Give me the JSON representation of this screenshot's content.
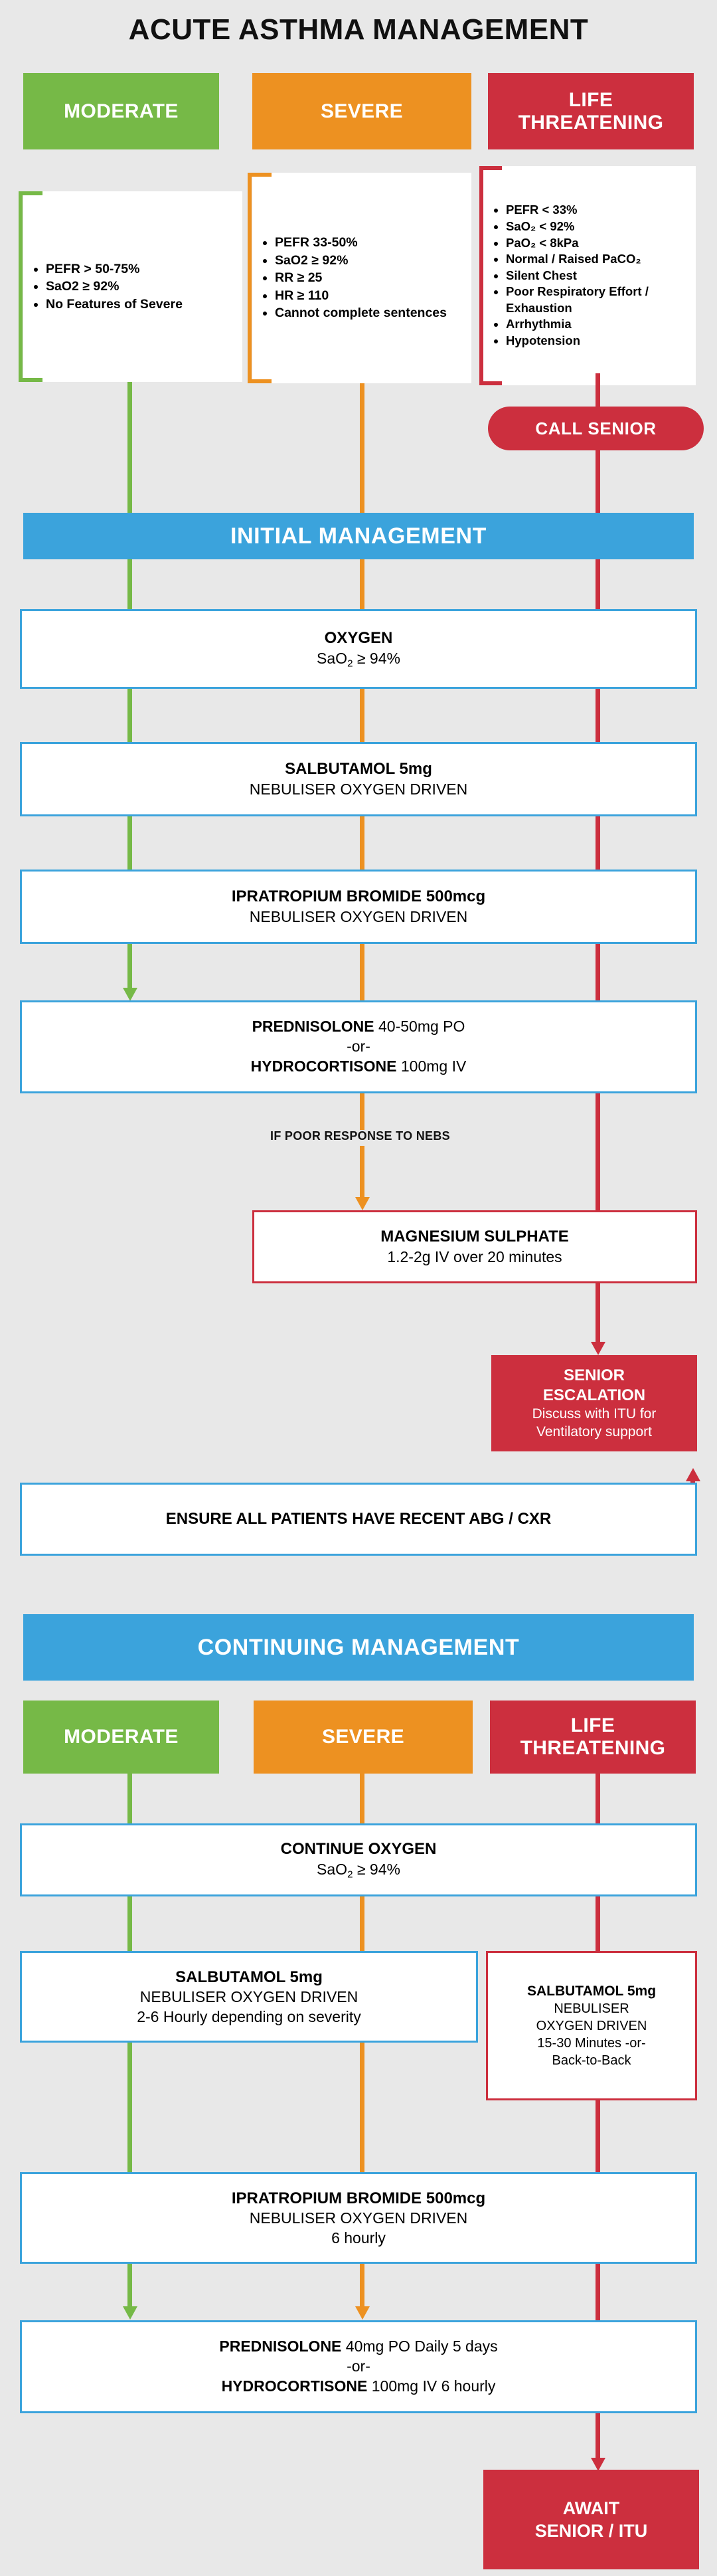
{
  "page": {
    "title": "ACUTE ASTHMA MANAGEMENT",
    "background_color": "#E8E8E8",
    "colors": {
      "moderate": "#76B947",
      "severe": "#ED9121",
      "life_threatening": "#CC2F3E",
      "banner_blue": "#3BA3DC",
      "box_border_blue": "#3BA3DC",
      "box_background": "#FFFFFF",
      "text": "#000000"
    }
  },
  "severity_headers": {
    "moderate": "MODERATE",
    "severe": "SEVERE",
    "life_threatening_line1": "LIFE",
    "life_threatening_line2": "THREATENING"
  },
  "criteria": {
    "moderate": [
      "PEFR > 50-75%",
      "SaO2 ≥ 92%",
      "No Features of Severe"
    ],
    "severe": [
      "PEFR 33-50%",
      "SaO2 ≥ 92%",
      "RR ≥ 25",
      "HR ≥ 110",
      "Cannot complete sentences"
    ],
    "life_threatening": [
      "PEFR < 33%",
      "SaO₂ < 92%",
      "PaO₂ < 8kPa",
      "Normal / Raised PaCO₂",
      "Silent Chest",
      "Poor Respiratory Effort / Exhaustion",
      "Arrhythmia",
      "Hypotension"
    ]
  },
  "call_senior": {
    "label": "CALL SENIOR"
  },
  "initial_management": {
    "banner": "INITIAL MANAGEMENT",
    "steps": [
      {
        "title": "OXYGEN",
        "detail": "SaO₂ ≥ 94%"
      },
      {
        "title": "SALBUTAMOL 5mg",
        "detail": "NEBULISER OXYGEN DRIVEN"
      },
      {
        "title": "IPRATROPIUM BROMIDE 500mcg",
        "detail": "NEBULISER OXYGEN DRIVEN"
      }
    ],
    "steroid": {
      "drug1_bold": "PREDNISOLONE",
      "drug1_rest": " 40-50mg PO",
      "or": "-or-",
      "drug2_bold": "HYDROCORTISONE",
      "drug2_rest": " 100mg IV"
    },
    "poor_response_label": "IF POOR RESPONSE TO NEBS",
    "magnesium": {
      "title": "MAGNESIUM SULPHATE",
      "detail": "1.2-2g IV over 20 minutes"
    },
    "senior_escalation": {
      "line1": "SENIOR",
      "line2": "ESCALATION",
      "line3": "Discuss with ITU for",
      "line4": "Ventilatory support"
    },
    "abg_cxr": "ENSURE ALL PATIENTS HAVE RECENT ABG / CXR"
  },
  "continuing_management": {
    "banner": "CONTINUING MANAGEMENT",
    "oxygen": {
      "title": "CONTINUE OXYGEN",
      "detail": "SaO₂ ≥ 94%"
    },
    "salbutamol_standard": {
      "title": "SALBUTAMOL 5mg",
      "detail1": "NEBULISER OXYGEN DRIVEN",
      "detail2": "2-6 Hourly depending on severity"
    },
    "salbutamol_life_threatening": {
      "title": "SALBUTAMOL 5mg",
      "detail1": "NEBULISER",
      "detail2": "OXYGEN DRIVEN",
      "detail3": "15-30 Minutes -or-",
      "detail4": "Back-to-Back"
    },
    "ipratropium": {
      "title": "IPRATROPIUM BROMIDE 500mcg",
      "detail1": "NEBULISER OXYGEN DRIVEN",
      "detail2": "6 hourly"
    },
    "steroid": {
      "drug1_bold": "PREDNISOLONE",
      "drug1_rest": " 40mg PO Daily 5 days",
      "or": "-or-",
      "drug2_bold": "HYDROCORTISONE",
      "drug2_rest": " 100mg IV 6 hourly"
    },
    "await": {
      "line1": "AWAIT",
      "line2": "SENIOR / ITU"
    }
  }
}
